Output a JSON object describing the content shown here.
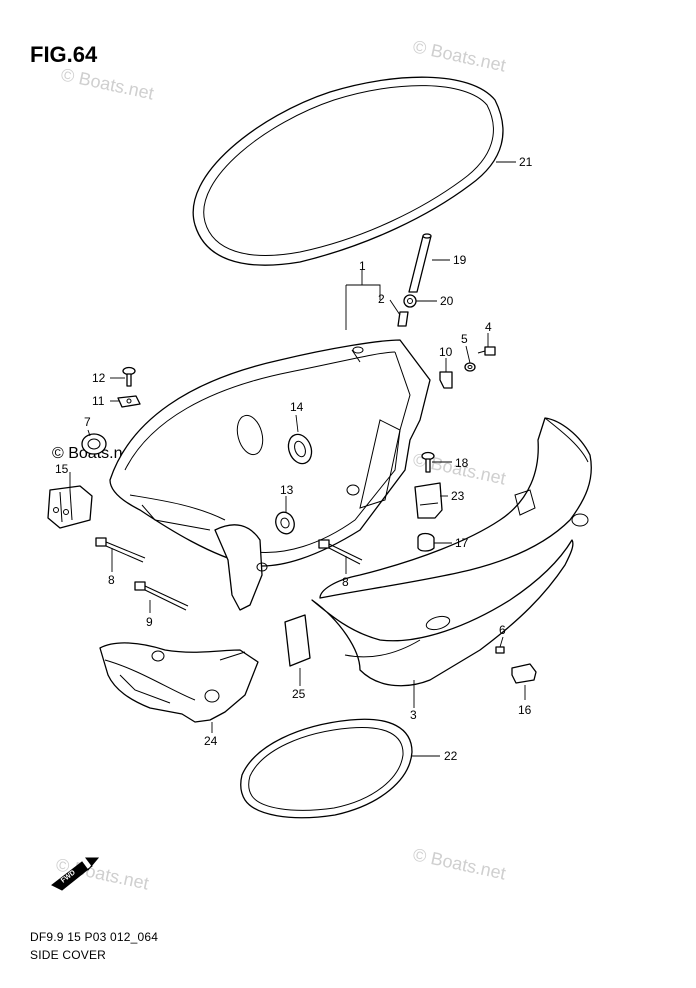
{
  "figure_title": "FIG.64",
  "footer": {
    "code": "DF9.9 15 P03 012_064",
    "title": "SIDE COVER"
  },
  "watermark_text": "© Boats.net",
  "fwd_label": "FWD",
  "callouts": {
    "c1": "1",
    "c2": "2",
    "c3": "3",
    "c4": "4",
    "c5": "5",
    "c6": "6",
    "c7": "7",
    "c8a": "8",
    "c8b": "8",
    "c9": "9",
    "c10": "10",
    "c11": "11",
    "c12": "12",
    "c13": "13",
    "c14": "14",
    "c15": "15",
    "c16": "16",
    "c17": "17",
    "c18": "18",
    "c19": "19",
    "c20": "20",
    "c21": "21",
    "c22": "22",
    "c23": "23",
    "c24": "24",
    "c25": "25"
  }
}
